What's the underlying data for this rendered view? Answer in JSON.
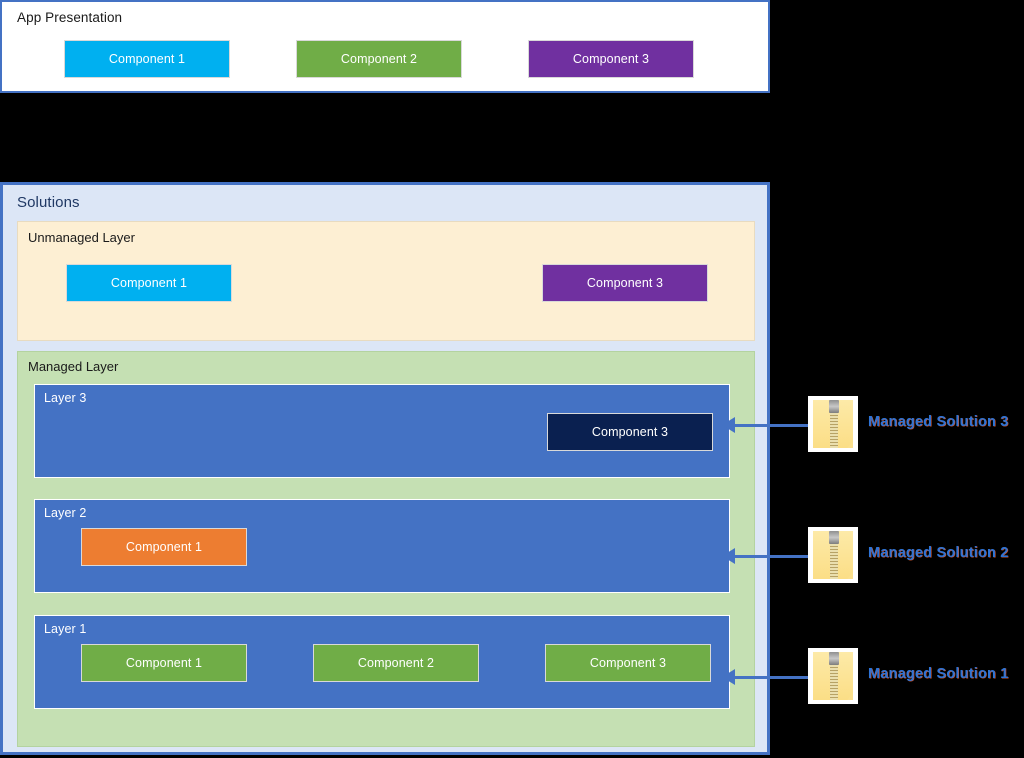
{
  "app_presentation": {
    "title": "App Presentation",
    "components": [
      {
        "label": "Component 1",
        "color": "#00B0F0"
      },
      {
        "label": "Component 2",
        "color": "#70AD47"
      },
      {
        "label": "Component 3",
        "color": "#7030A0"
      }
    ]
  },
  "solutions": {
    "title": "Solutions",
    "panel_bg": "#DCE6F6",
    "panel_border": "#4472C4",
    "unmanaged_layer": {
      "title": "Unmanaged Layer",
      "bg": "#FDEFD3",
      "components": [
        {
          "label": "Component 1",
          "color": "#00B0F0"
        },
        {
          "label": "Component 3",
          "color": "#7030A0"
        }
      ]
    },
    "managed_layer": {
      "title": "Managed Layer",
      "bg": "#C5E0B3",
      "layers": [
        {
          "title": "Layer 3",
          "color": "#4472C4",
          "components": [
            {
              "label": "Component 3",
              "color": "#0A2050"
            }
          ]
        },
        {
          "title": "Layer 2",
          "color": "#4472C4",
          "components": [
            {
              "label": "Component 1",
              "color": "#ED7D31"
            }
          ]
        },
        {
          "title": "Layer 1",
          "color": "#4472C4",
          "components": [
            {
              "label": "Component 1",
              "color": "#70AD47"
            },
            {
              "label": "Component 2",
              "color": "#70AD47"
            },
            {
              "label": "Component 3",
              "color": "#70AD47"
            }
          ]
        }
      ]
    }
  },
  "callouts": [
    {
      "label": "Managed Solution 3",
      "icon": "zipped-folder-icon",
      "color": "#2E74D6"
    },
    {
      "label": "Managed Solution 2",
      "icon": "zipped-folder-icon",
      "color": "#2E74D6"
    },
    {
      "label": "Managed Solution 1",
      "icon": "zipped-folder-icon",
      "color": "#2E74D6"
    }
  ]
}
